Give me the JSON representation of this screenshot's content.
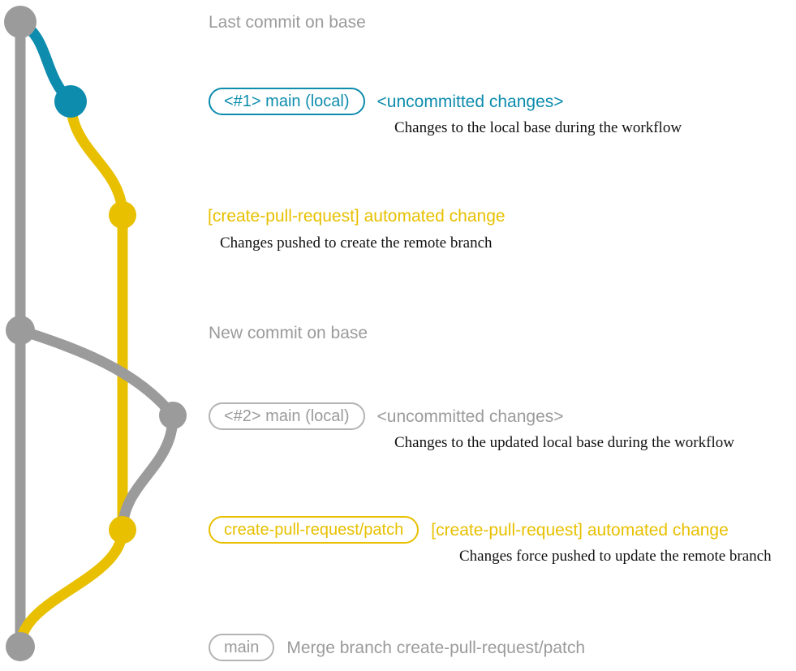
{
  "diagram": {
    "title": "git-graph-create-pull-request-workflow",
    "colors": {
      "base_gray": "#9b9b9b",
      "local_teal": "#0d8cae",
      "patch_yellow": "#e8c000",
      "note_text": "#111111",
      "background": "#ffffff"
    },
    "rows": [
      {
        "id": "last-commit-on-base",
        "pill": null,
        "subject": "Last commit on base",
        "subject_color": "gray",
        "note": null,
        "node_color": "base_gray"
      },
      {
        "id": "local-uncommitted-1",
        "pill": "<#1> main (local)",
        "pill_color": "teal",
        "subject": "<uncommitted changes>",
        "subject_color": "teal",
        "note": "Changes to the local base during the workflow",
        "node_color": "local_teal"
      },
      {
        "id": "automated-change-create",
        "pill": null,
        "subject": "[create-pull-request] automated change",
        "subject_color": "yellow",
        "note": "Changes pushed to create the remote branch",
        "node_color": "patch_yellow"
      },
      {
        "id": "new-commit-on-base",
        "pill": null,
        "subject": "New commit on base",
        "subject_color": "gray",
        "note": null,
        "node_color": "base_gray"
      },
      {
        "id": "local-uncommitted-2",
        "pill": "<#2> main (local)",
        "pill_color": "gray",
        "subject": "<uncommitted changes>",
        "subject_color": "gray",
        "note": "Changes to the updated local base during the workflow",
        "node_color": "base_gray"
      },
      {
        "id": "automated-change-update",
        "pill": "create-pull-request/patch",
        "pill_color": "yellow",
        "subject": "[create-pull-request] automated change",
        "subject_color": "yellow",
        "note": "Changes force pushed to update the remote branch",
        "node_color": "patch_yellow"
      },
      {
        "id": "merge-branch",
        "pill": "main",
        "pill_color": "gray",
        "subject": "Merge branch create-pull-request/patch",
        "subject_color": "gray",
        "note": null,
        "node_color": "base_gray"
      }
    ]
  }
}
